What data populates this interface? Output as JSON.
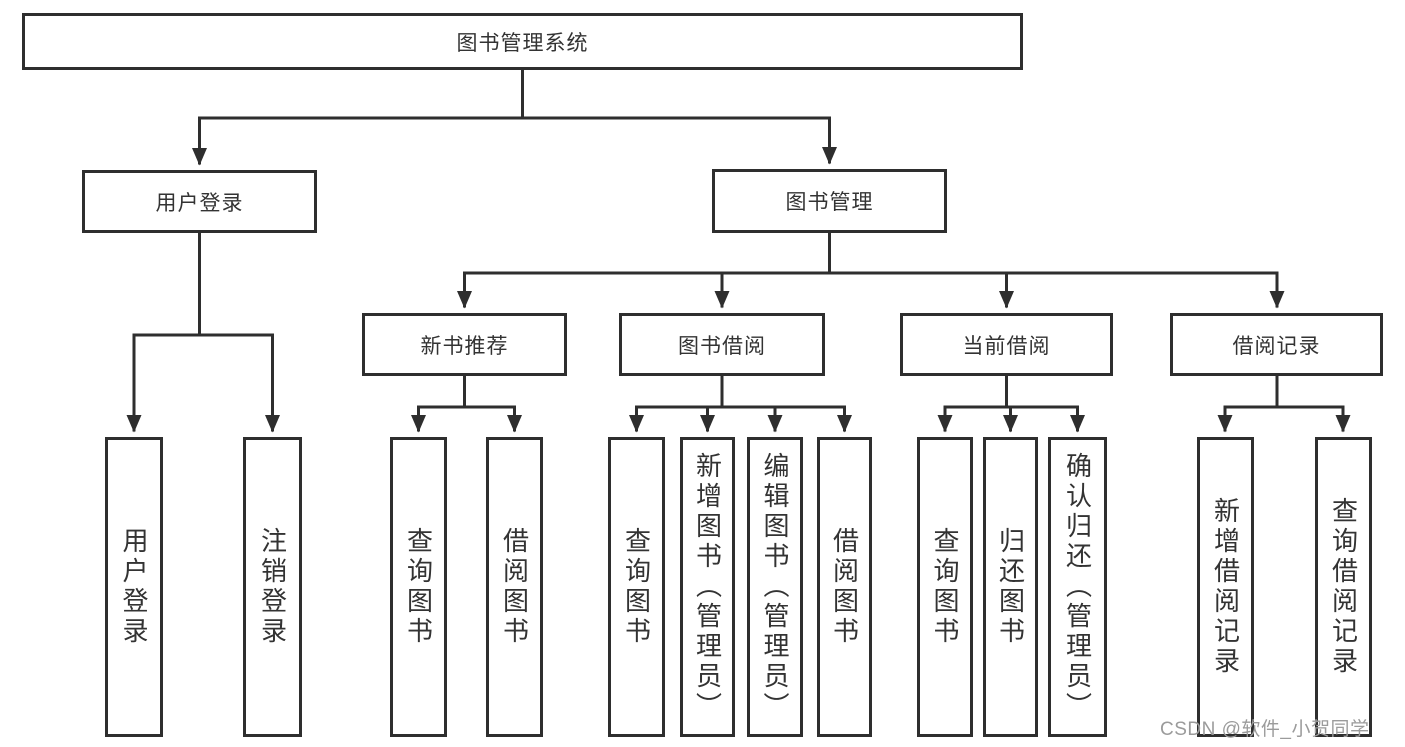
{
  "diagram": {
    "title": "图书管理系统",
    "root": {
      "label": "图书管理系统"
    },
    "branches": [
      {
        "label": "用户登录",
        "children": [
          {
            "label": "用户登录"
          },
          {
            "label": "注销登录"
          }
        ]
      },
      {
        "label": "图书管理",
        "children": [
          {
            "label": "新书推荐",
            "children": [
              {
                "label": "查询图书"
              },
              {
                "label": "借阅图书"
              }
            ]
          },
          {
            "label": "图书借阅",
            "children": [
              {
                "label": "查询图书"
              },
              {
                "label": "新增图书（管理员）"
              },
              {
                "label": "编辑图书（管理员）"
              },
              {
                "label": "借阅图书"
              }
            ]
          },
          {
            "label": "当前借阅",
            "children": [
              {
                "label": "查询图书"
              },
              {
                "label": "归还图书"
              },
              {
                "label": "确认归还（管理员）"
              }
            ]
          },
          {
            "label": "借阅记录",
            "children": [
              {
                "label": "新增借阅记录"
              },
              {
                "label": "查询借阅记录"
              }
            ]
          }
        ]
      }
    ]
  },
  "watermark": {
    "text": "CSDN @软件_小贺同学"
  },
  "colors": {
    "line": "#2e2e2e",
    "text": "#333333",
    "watermark": "#9b9b9b",
    "background": "#ffffff"
  }
}
